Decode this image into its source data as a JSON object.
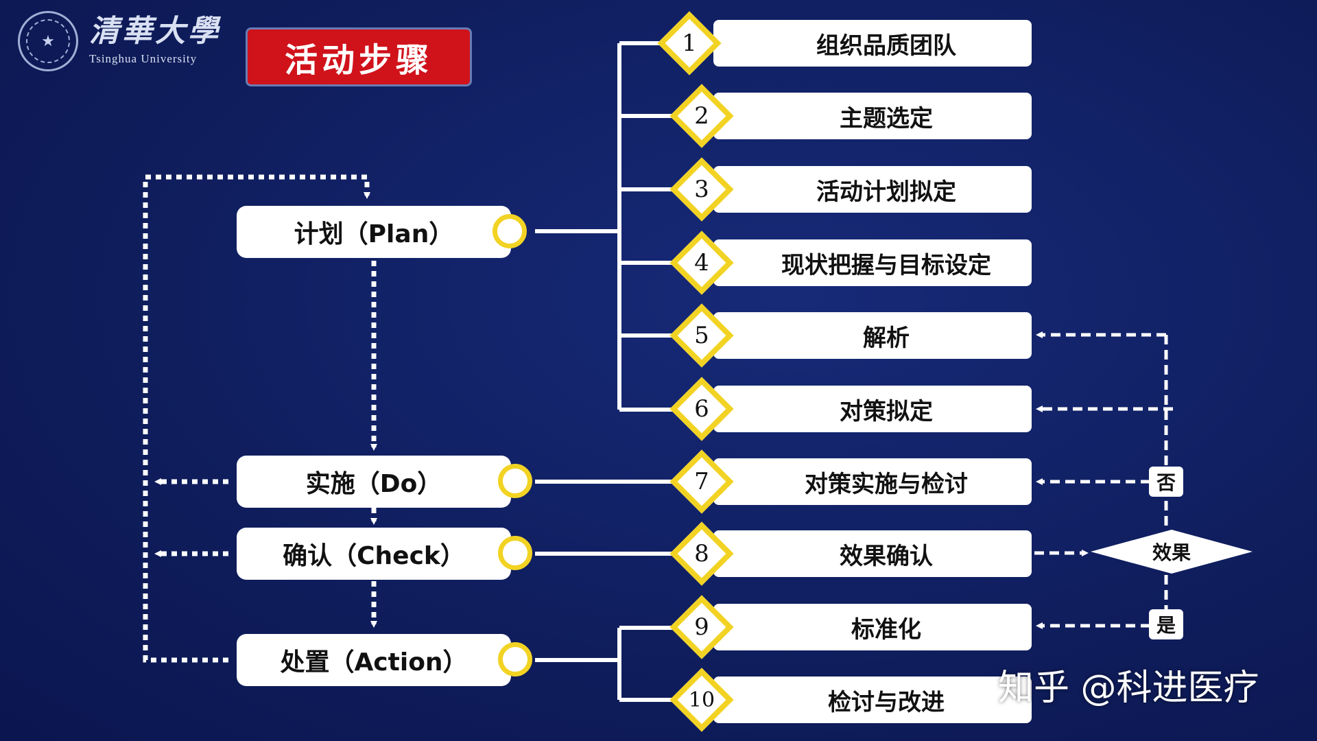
{
  "university": {
    "name_cn": "清華大學",
    "name_en": "Tsinghua University"
  },
  "title": "活动步骤",
  "phases": [
    {
      "label": "计划（Plan）"
    },
    {
      "label": "实施（Do）"
    },
    {
      "label": "确认（Check）"
    },
    {
      "label": "处置（Action）"
    }
  ],
  "steps": [
    {
      "num": "1",
      "label": "组织品质团队"
    },
    {
      "num": "2",
      "label": "主题选定"
    },
    {
      "num": "3",
      "label": "活动计划拟定"
    },
    {
      "num": "4",
      "label": "现状把握与目标设定"
    },
    {
      "num": "5",
      "label": "解析"
    },
    {
      "num": "6",
      "label": "对策拟定"
    },
    {
      "num": "7",
      "label": "对策实施与检讨"
    },
    {
      "num": "8",
      "label": "效果确认"
    },
    {
      "num": "9",
      "label": "标准化"
    },
    {
      "num": "10",
      "label": "检讨与改进"
    }
  ],
  "decision": {
    "label": "效果",
    "no": "否",
    "yes": "是"
  },
  "watermark": "知乎 @科进医疗",
  "colors": {
    "background": "#0f1d5c",
    "accent": "#f2d324",
    "title_bg": "#d0121b",
    "box": "#ffffff"
  }
}
